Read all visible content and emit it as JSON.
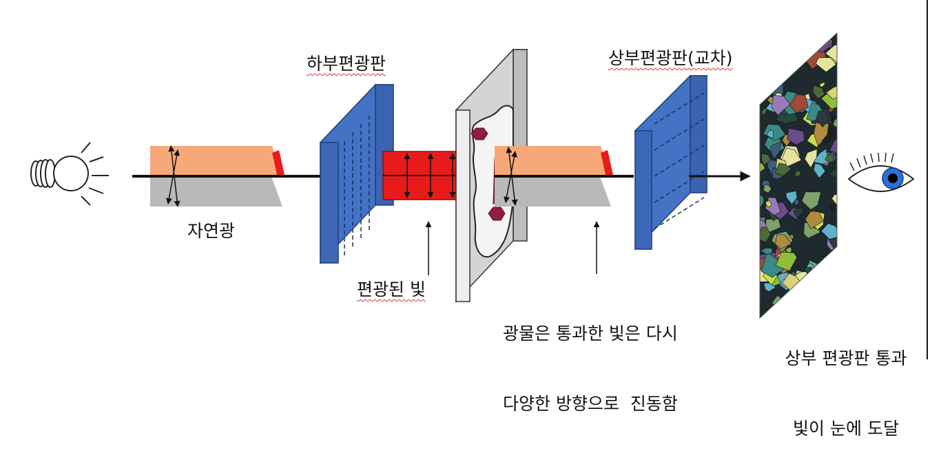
{
  "labels": {
    "lower_polarizer": "하부편광판",
    "upper_polarizer": "상부편광판(교차)",
    "natural_light": "자연광",
    "polarized_light": "편광된 빛",
    "mineral_line1": "광물은 통과한 빛은 다시",
    "mineral_line2": "다양한 방향으로  진동함",
    "arrive_line1": "상부 편광판 통과",
    "arrive_line2": "빛이 눈에 도달"
  },
  "colors": {
    "polarizer_blue": "#4472c4",
    "polarizer_edge": "#1f3f7a",
    "light_orange": "#f7a878",
    "light_gray": "#b9b9b9",
    "polarized_red": "#e81b1b",
    "crystal_red": "#8e1f3e",
    "squiggle": "#e03030",
    "eye_blue": "#2f6fd6"
  },
  "icons": [
    "light-bulb-icon",
    "eye-icon"
  ]
}
